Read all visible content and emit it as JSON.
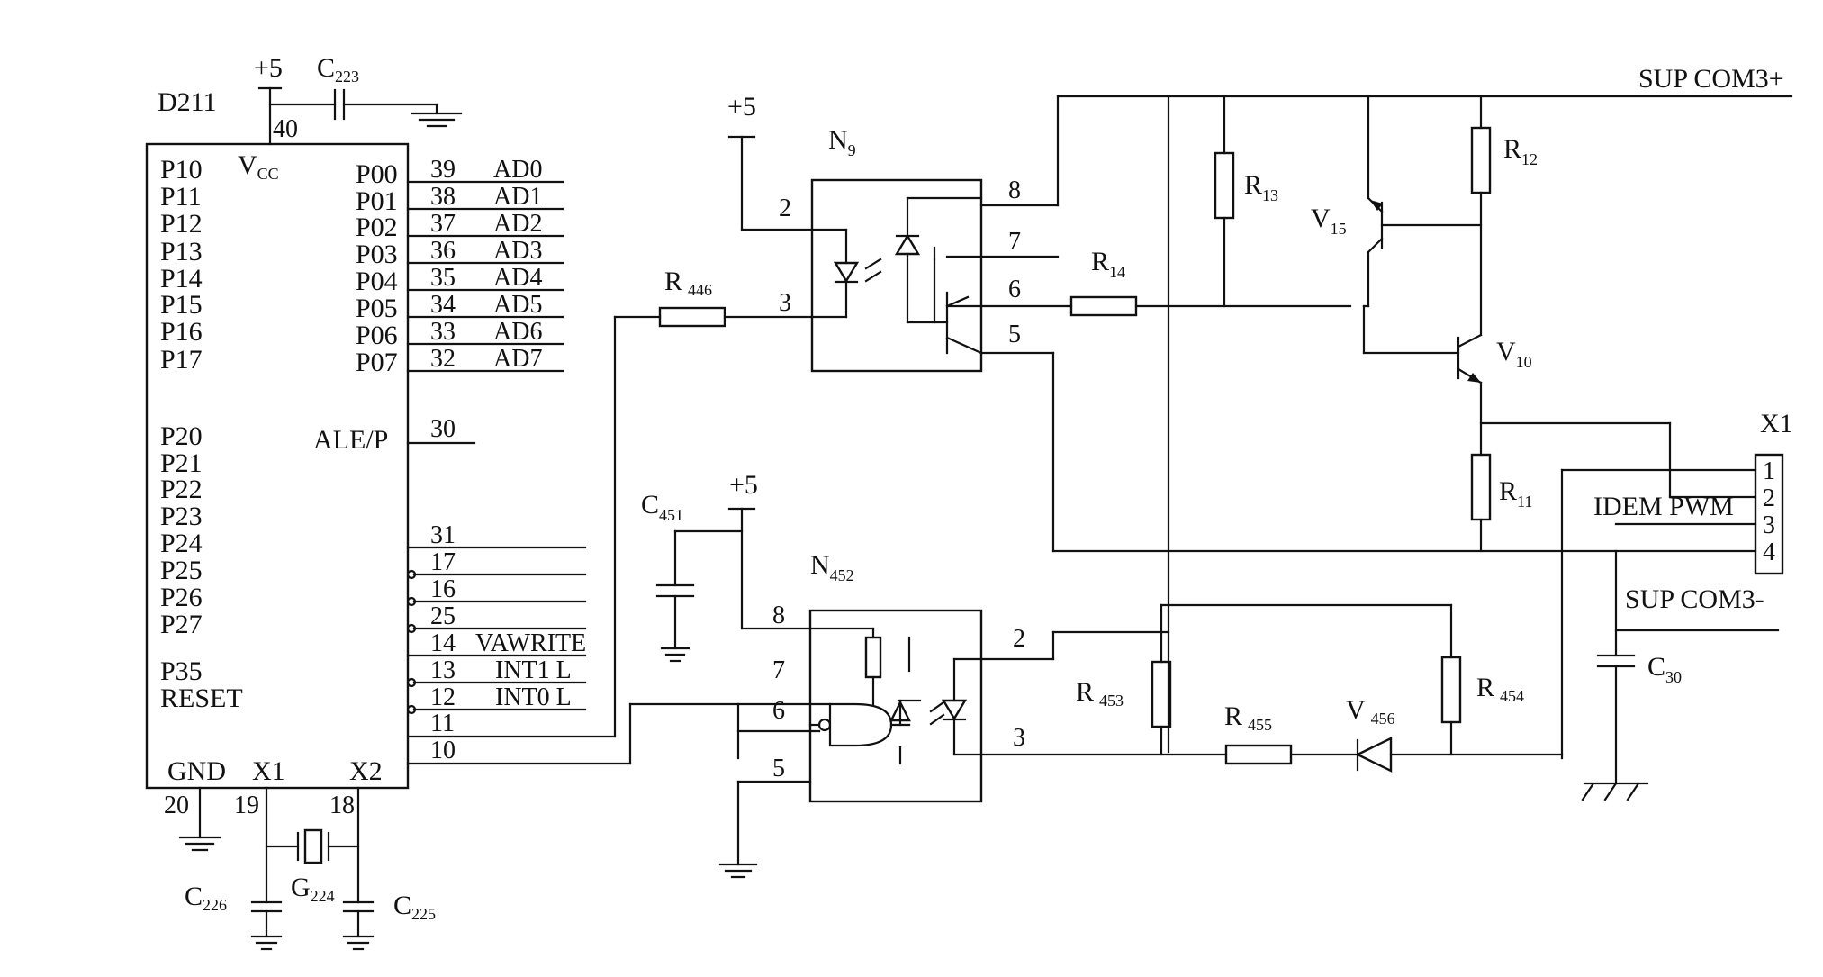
{
  "mcu": {
    "ref": "D211",
    "vcc": "V",
    "vcc_sub": "CC",
    "left_pins": [
      "P10",
      "P11",
      "P12",
      "P13",
      "P14",
      "P15",
      "P16",
      "P17",
      "P20",
      "P21",
      "P22",
      "P23",
      "P24",
      "P25",
      "P26",
      "P27",
      "P35",
      "RESET"
    ],
    "right_pins": [
      "P00",
      "P01",
      "P02",
      "P03",
      "P04",
      "P05",
      "P06",
      "P07"
    ],
    "port_numbers": [
      "39",
      "38",
      "37",
      "36",
      "35",
      "34",
      "33",
      "32"
    ],
    "ad_labels": [
      "AD0",
      "AD1",
      "AD2",
      "AD3",
      "AD4",
      "AD5",
      "AD6",
      "AD7"
    ],
    "ale": "ALE/P",
    "ale_pin": "30",
    "gnd": "GND",
    "x1": "X1",
    "x2": "X2",
    "pin40": "40",
    "pin20": "20",
    "pin19": "19",
    "pin18": "18",
    "lower_pins": [
      "31",
      "17",
      "16",
      "25",
      "14",
      "13",
      "12",
      "11",
      "10"
    ],
    "vawrite": "VAWRITE",
    "int1": "INT1 L",
    "int0": "INT0 L"
  },
  "power": {
    "plus5": "+5"
  },
  "parts": {
    "c223": {
      "n": "C",
      "s": "223"
    },
    "c226": {
      "n": "C",
      "s": "226"
    },
    "c225": {
      "n": "C",
      "s": "225"
    },
    "g224": {
      "n": "G",
      "s": "224"
    },
    "r446": {
      "n": "R",
      "s": "446"
    },
    "c451": {
      "n": "C",
      "s": "451"
    },
    "n9": {
      "n": "N",
      "s": "9"
    },
    "n452": {
      "n": "N",
      "s": "452"
    },
    "r13": {
      "n": "R",
      "s": "13"
    },
    "r12": {
      "n": "R",
      "s": "12"
    },
    "r14": {
      "n": "R",
      "s": "14"
    },
    "r11": {
      "n": "R",
      "s": "11"
    },
    "v15": {
      "n": "V",
      "s": "15"
    },
    "v10": {
      "n": "V",
      "s": "10"
    },
    "r453": {
      "n": "R",
      "s": "453"
    },
    "r455": {
      "n": "R",
      "s": "455"
    },
    "v456": {
      "n": "V",
      "s": "456"
    },
    "r454": {
      "n": "R",
      "s": "454"
    },
    "c30": {
      "n": "C",
      "s": "30"
    }
  },
  "n9_pins": [
    "2",
    "3",
    "8",
    "7",
    "6",
    "5"
  ],
  "n452_pins": [
    "8",
    "7",
    "6",
    "5",
    "2",
    "3"
  ],
  "connector": {
    "ref": "X1",
    "pins": [
      "1",
      "2",
      "3",
      "4"
    ]
  },
  "nets": {
    "sup_plus": "SUP COM3+",
    "sup_minus": "SUP COM3-",
    "idem": "IDEM PWM"
  }
}
